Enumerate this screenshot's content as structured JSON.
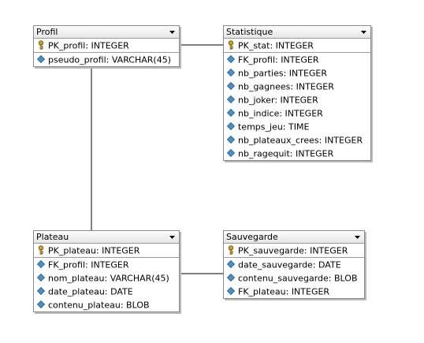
{
  "entities": {
    "profil": {
      "title": "Profil",
      "primary_key": {
        "text": "PK_profil: INTEGER",
        "icon": "key-icon"
      },
      "fields": [
        {
          "text": "pseudo_profil: VARCHAR(45)",
          "icon": "diamond-icon"
        }
      ]
    },
    "statistique": {
      "title": "Statistique",
      "primary_key": {
        "text": "PK_stat: INTEGER",
        "icon": "key-icon"
      },
      "fields": [
        {
          "text": "FK_profil: INTEGER",
          "icon": "diamond-icon"
        },
        {
          "text": "nb_parties: INTEGER",
          "icon": "diamond-icon"
        },
        {
          "text": "nb_gagnees: INTEGER",
          "icon": "diamond-icon"
        },
        {
          "text": "nb_joker: INTEGER",
          "icon": "diamond-icon"
        },
        {
          "text": "nb_indice: INTEGER",
          "icon": "diamond-icon"
        },
        {
          "text": "temps_jeu: TIME",
          "icon": "diamond-icon"
        },
        {
          "text": "nb_plateaux_crees: INTEGER",
          "icon": "diamond-icon"
        },
        {
          "text": "nb_ragequit: INTEGER",
          "icon": "diamond-icon"
        }
      ]
    },
    "plateau": {
      "title": "Plateau",
      "primary_key": {
        "text": "PK_plateau: INTEGER",
        "icon": "key-icon"
      },
      "fields": [
        {
          "text": "FK_profil: INTEGER",
          "icon": "diamond-icon"
        },
        {
          "text": "nom_plateau: VARCHAR(45)",
          "icon": "diamond-icon"
        },
        {
          "text": "date_plateau: DATE",
          "icon": "diamond-icon"
        },
        {
          "text": "contenu_plateau: BLOB",
          "icon": "diamond-icon"
        }
      ]
    },
    "sauvegarde": {
      "title": "Sauvegarde",
      "primary_key": {
        "text": "PK_sauvegarde: INTEGER",
        "icon": "key-icon"
      },
      "fields": [
        {
          "text": "date_sauvegarde: DATE",
          "icon": "diamond-icon"
        },
        {
          "text": "contenu_sauvegarde: BLOB",
          "icon": "diamond-icon"
        },
        {
          "text": "FK_plateau: INTEGER",
          "icon": "diamond-icon"
        }
      ]
    }
  },
  "relationships": [
    {
      "from": "profil",
      "to": "statistique"
    },
    {
      "from": "profil",
      "to": "plateau"
    },
    {
      "from": "plateau",
      "to": "sauvegarde"
    }
  ],
  "colors": {
    "key_icon": "#c9a227",
    "diamond_icon": "#4a90c8",
    "line": "#000000",
    "border": "#8a8a8a"
  }
}
